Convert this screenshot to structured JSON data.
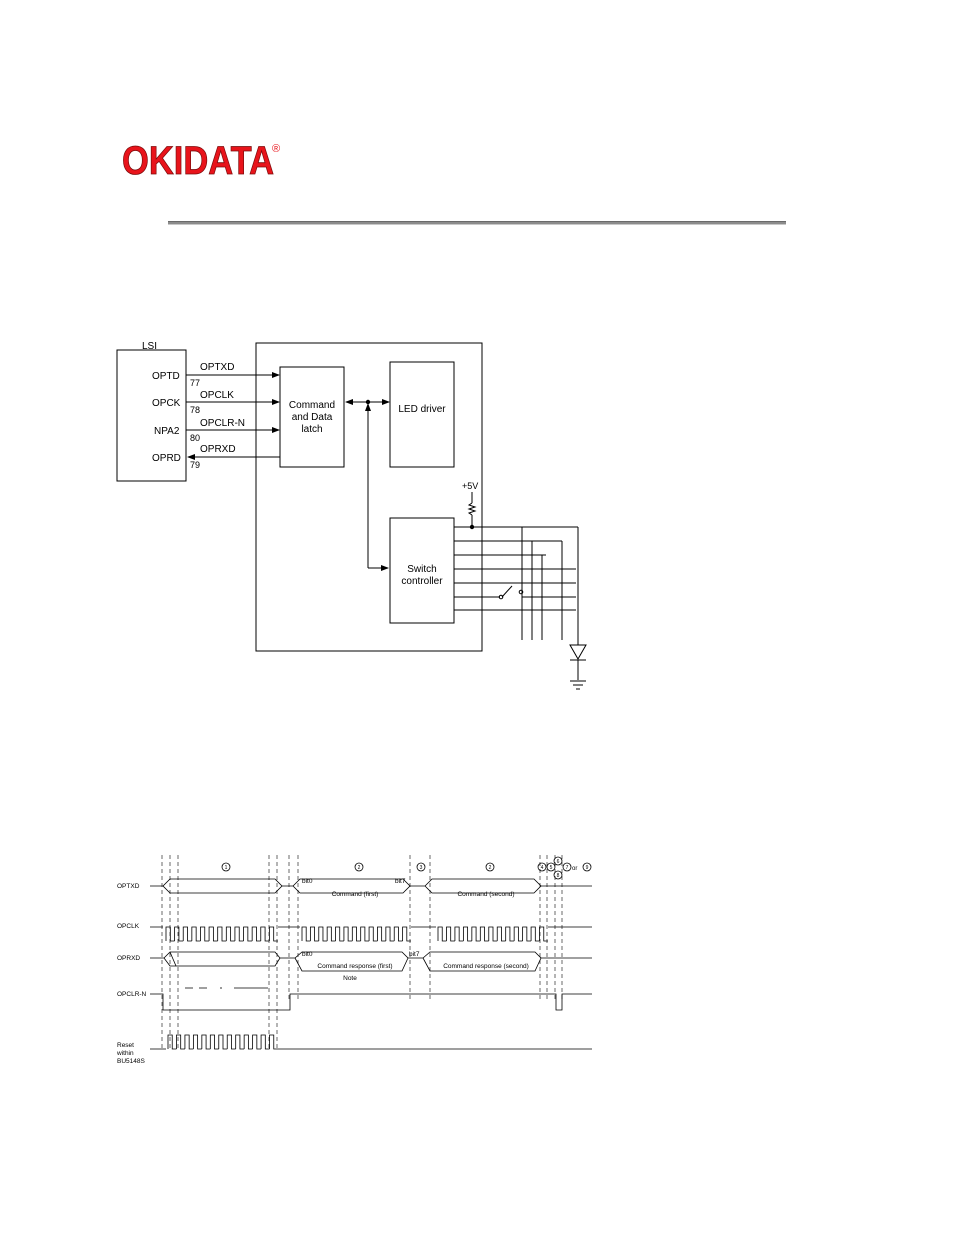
{
  "logo": {
    "text": "OKIDATA",
    "mark": "®",
    "color": "#e8141b"
  },
  "block_diagram": {
    "lsi_label": "LSI",
    "pins": [
      {
        "name": "OPTD",
        "number": "77",
        "signal": "OPTXD"
      },
      {
        "name": "OPCK",
        "number": "78",
        "signal": "OPCLK"
      },
      {
        "name": "NPA2",
        "number": "80",
        "signal": "OPCLR-N"
      },
      {
        "name": "OPRD",
        "number": "79",
        "signal": "OPRXD"
      }
    ],
    "latch_label": [
      "Command",
      "and Data",
      "latch"
    ],
    "led_driver_label": "LED driver",
    "switch_label": [
      "Switch",
      "controller"
    ],
    "supply_label": "+5V"
  },
  "timing_diagram": {
    "signals": [
      "OPTXD",
      "OPCLK",
      "OPRXD",
      "OPCLR-N",
      "Reset",
      "within",
      "BU5148S"
    ],
    "phase_marks": [
      "1",
      "2",
      "3",
      "2",
      "4",
      "5",
      "6",
      "7",
      "8",
      "9"
    ],
    "or_label": "or",
    "bit0_label": "bit0",
    "bit7_label": "bit7",
    "command_first": "Command (first)",
    "command_second": "Command (second)",
    "response_first": "Command response (first)",
    "response_second": "Command response (second)",
    "note": "Note"
  }
}
